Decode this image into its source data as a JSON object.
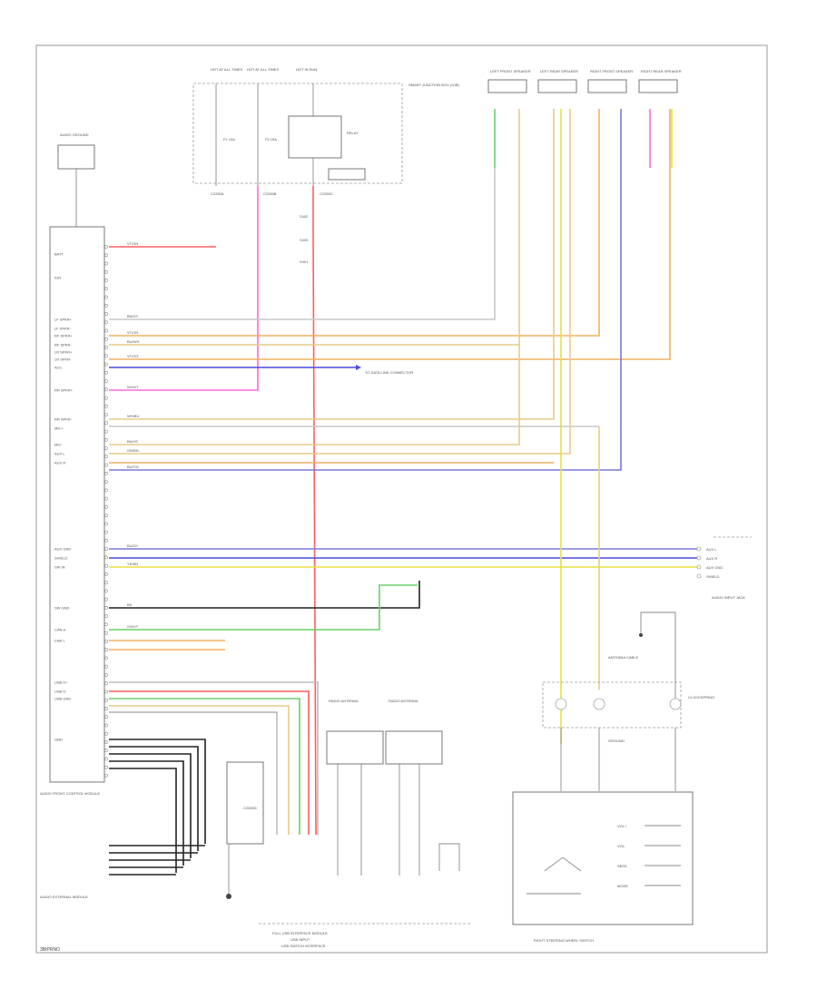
{
  "diagram": {
    "figure_id": "3BIPRNO",
    "components": {
      "hot_at_all_times_1": "HOT AT ALL TIMES",
      "hot_at_all_times_2": "HOT AT ALL TIMES",
      "hot_in_run": "HOT IN RUN",
      "smart_junction_box": "SMART JUNCTION BOX (SJB)",
      "audio_ground": "AUDIO GROUND",
      "left_front_speaker": "LEFT FRONT SPEAKER",
      "left_rear_speaker": "LEFT REAR SPEAKER",
      "right_front_speaker": "RIGHT FRONT SPEAKER",
      "right_rear_speaker": "RIGHT REAR SPEAKER",
      "audio_unit": "AUDIO FRONT CONTROL MODULE",
      "audio_external_module": "AUDIO EXTERNAL MODULE",
      "audio_input_jack": "AUDIO INPUT JACK",
      "clockspring": "CLOCKSPRING",
      "antenna_cable": "ANTENNA CABLE",
      "steering_switch": "RIGHT STEERING WHEEL SWITCH",
      "bottom_connector": "FULL USB INTERFACE MODULE",
      "bottom_connector_sub": "USB INPUT",
      "bottom_connector_sub2": "USB SWITCH INTERFACE",
      "radio_antenna_left": "RADIO ANTENNA",
      "radio_antenna_right": "RADIO ANTENNA",
      "data_link": "DATA LINK CONNECTOR",
      "steering_ground": "GROUND"
    },
    "fuse_labels": {
      "f1": "F1 10A",
      "f2": "F2 15A",
      "relay": "RELAY"
    },
    "splices": {
      "s1": "S400",
      "s2": "S401",
      "s3": "S402"
    },
    "left_pin_labels": [
      "BATT",
      "IGN",
      "LF SPKR+",
      "LF SPKR-",
      "RF SPKR+",
      "RF SPKR-",
      "LR SPKR+",
      "LR SPKR-",
      "ACC",
      "RR SPKR+",
      "RR SPKR-",
      "MIC+",
      "MIC-",
      "AUX L",
      "AUX R",
      "AUX GND",
      "SHIELD",
      "SW IN",
      "SW GND",
      "CAN H",
      "CAN L",
      "USB D+",
      "USB D-",
      "USB GND",
      "GND"
    ],
    "wire_codes": {
      "w_batt": "VT/GN",
      "w_ign": "WH/VT",
      "w_lf_p": "BN/GY",
      "w_lf_n": "VT/GN",
      "w_rf_p": "BU/WH",
      "w_rf_n": "VT/OG",
      "w_lr_p": "WH/BU",
      "w_lr_n": "BN/YE",
      "w_rr_p": "GN/BN",
      "w_rr_n": "BU/OG",
      "w_aux_l": "BU/GY",
      "w_aux_r": "YE/BN",
      "w_shield": "BK",
      "w_can": "GN/VT"
    },
    "right_jack_labels": [
      "AUX L",
      "AUX R",
      "AUX GND",
      "SHIELD"
    ],
    "switch_labels": [
      "VOL+",
      "VOL-",
      "SEEK",
      "MODE"
    ],
    "data_link_text": "TO DATA LINK CONNECTOR",
    "connector_labels": {
      "c1": "C2280A",
      "c2": "C2280B",
      "c3": "C2280C",
      "c4": "C2280D"
    }
  },
  "colors": {
    "pink": "#ff6ad5",
    "red": "#ff5e5e",
    "orange": "#f2b060",
    "tan": "#e8cc88",
    "yellow": "#e8e040",
    "green": "#6ad06a",
    "blue": "#4a4adf",
    "violet": "#7a7ad8",
    "gray": "#9a9a9a",
    "black": "#222222"
  }
}
